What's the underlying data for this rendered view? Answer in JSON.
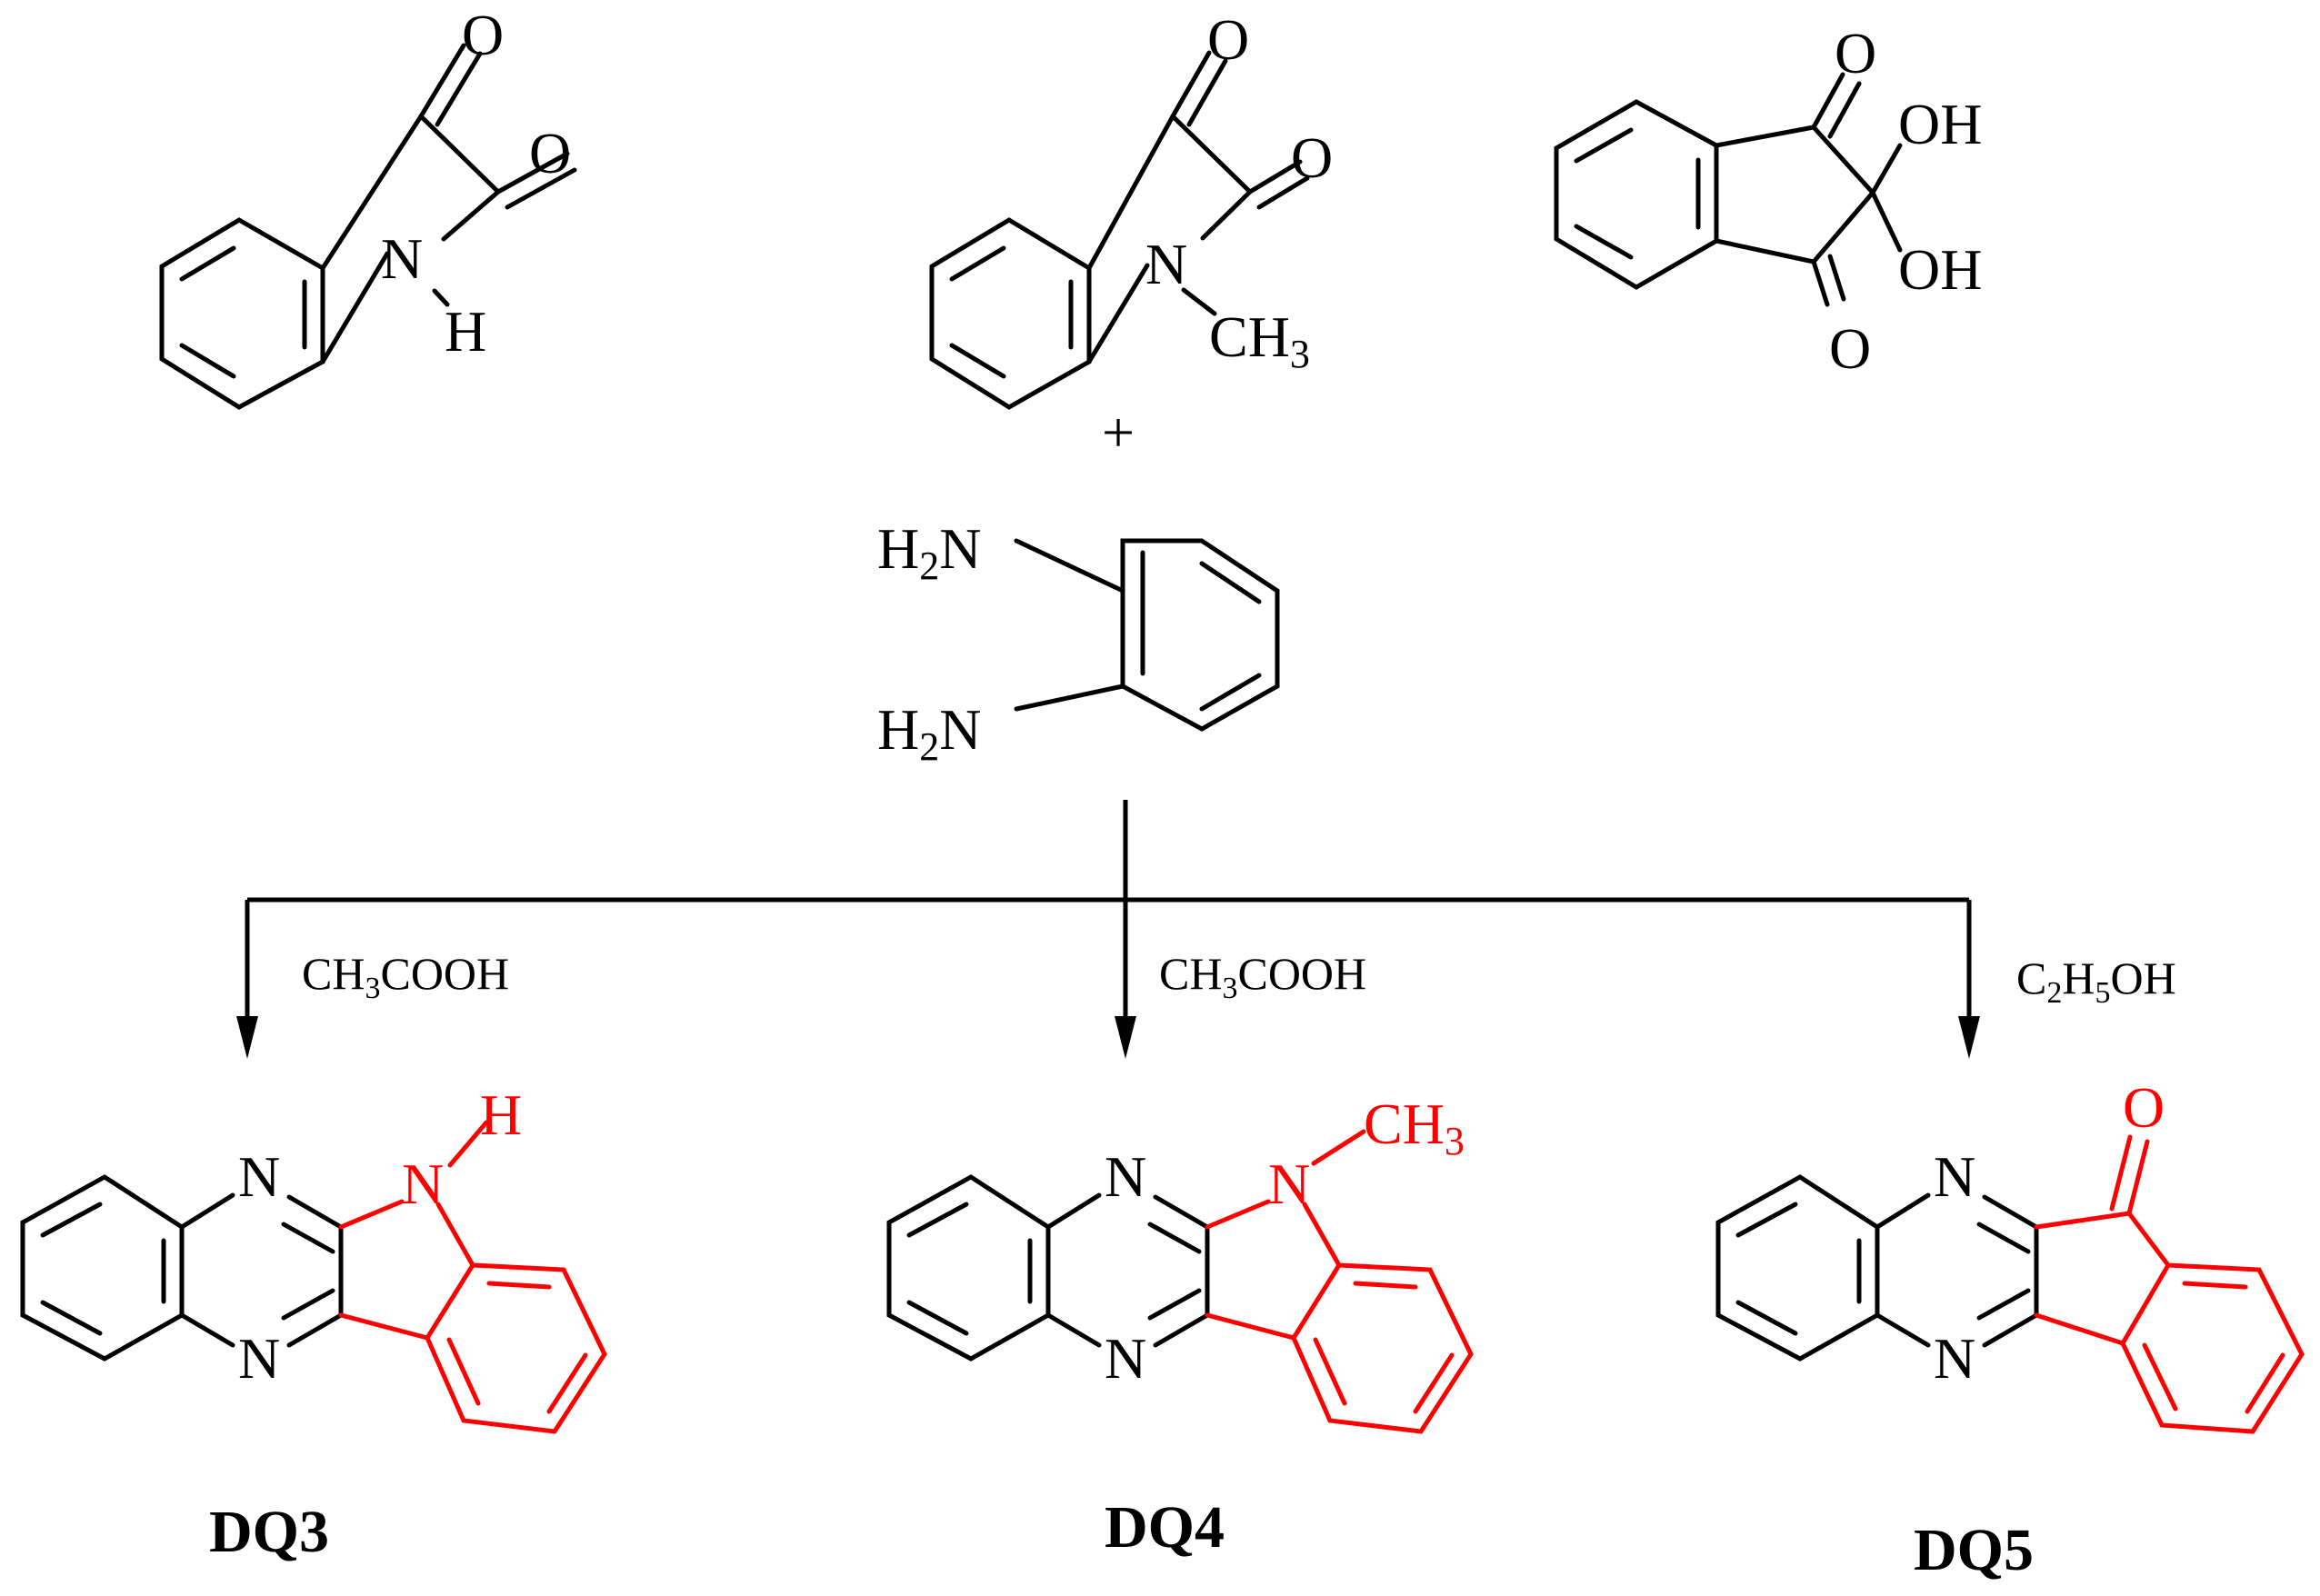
{
  "colors": {
    "ink": "#000000",
    "highlight": "#ff0000",
    "background": "#ffffff"
  },
  "reactants": {
    "isatin": {
      "o1": "O",
      "o2": "O",
      "n": "N",
      "h": "H"
    },
    "n_methylisatin": {
      "o1": "O",
      "o2": "O",
      "n": "N",
      "ch": "CH",
      "sub3": "3"
    },
    "ninhydrin": {
      "o1": "O",
      "o2": "O",
      "oh1": "OH",
      "oh2": "OH"
    },
    "plus": "+",
    "diamine": {
      "h": "H",
      "sub2": "2",
      "n": "N"
    }
  },
  "conditions": [
    {
      "pre": "CH",
      "s1": "3",
      "mid": "COOH"
    },
    {
      "pre": "CH",
      "s1": "3",
      "mid": "COOH"
    },
    {
      "pre": "C",
      "s1": "2",
      "mid": "H",
      "s2": "5",
      "post": "OH"
    }
  ],
  "products": [
    {
      "label": "DQ3",
      "n_top": "N",
      "n_bot": "N",
      "n_ring": "N",
      "sub": "H"
    },
    {
      "label": "DQ4",
      "n_top": "N",
      "n_bot": "N",
      "n_ring": "N",
      "sub": "CH",
      "sub3": "3"
    },
    {
      "label": "DQ5",
      "n_top": "N",
      "n_bot": "N",
      "o": "O"
    }
  ]
}
